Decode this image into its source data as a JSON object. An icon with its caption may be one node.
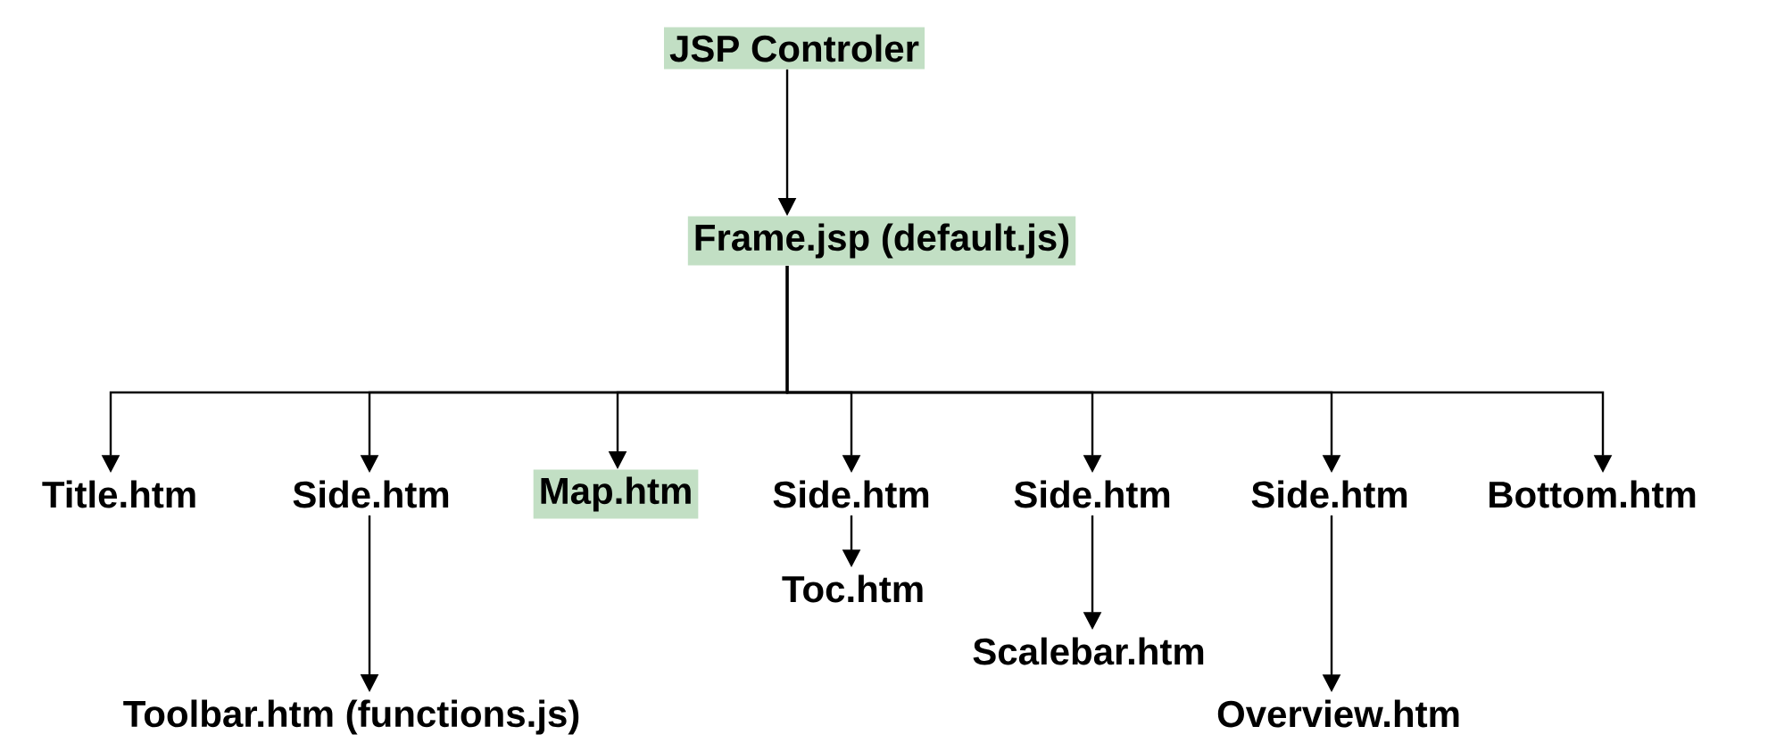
{
  "diagram": {
    "nodes": [
      {
        "text": [
          "JSP Controler"
        ]
      },
      {
        "text": [
          "Frame.jsp (default.js)"
        ]
      },
      {
        "text": [
          "Title.htm"
        ]
      },
      {
        "text": [
          "Side.htm"
        ]
      },
      {
        "text": [
          "Map.htm"
        ]
      },
      {
        "text": [
          "Side.htm"
        ]
      },
      {
        "text": [
          "Side.htm"
        ]
      },
      {
        "text": [
          "Side.htm"
        ]
      },
      {
        "text": [
          "Bottom.htm"
        ]
      },
      {
        "text": [
          "Toc.htm"
        ]
      },
      {
        "text": [
          "Scalebar.htm"
        ]
      },
      {
        "text": [
          "Toolbar.htm (functions.js)"
        ]
      },
      {
        "text": [
          "Overview.htm"
        ]
      }
    ],
    "edges": [
      {
        "from": 0,
        "to": 1,
        "arrow": "to"
      },
      {
        "from": 1,
        "to": 2,
        "arrow": "to"
      },
      {
        "from": 1,
        "to": 3,
        "arrow": "to"
      },
      {
        "from": 1,
        "to": 4,
        "arrow": "to"
      },
      {
        "from": 1,
        "to": 5,
        "arrow": "to"
      },
      {
        "from": 1,
        "to": 6,
        "arrow": "to"
      },
      {
        "from": 1,
        "to": 7,
        "arrow": "to"
      },
      {
        "from": 1,
        "to": 8,
        "arrow": "to"
      },
      {
        "from": 3,
        "to": 11,
        "arrow": "to"
      },
      {
        "from": 5,
        "to": 9,
        "arrow": "to"
      },
      {
        "from": 6,
        "to": 10,
        "arrow": "to"
      },
      {
        "from": 7,
        "to": 12,
        "arrow": "to"
      }
    ]
  }
}
